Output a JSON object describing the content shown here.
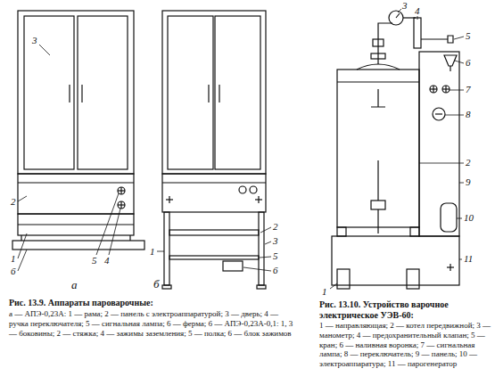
{
  "diagram": {
    "labels": [
      "3",
      "2",
      "5",
      "4",
      "1",
      "6",
      "а",
      "2",
      "3",
      "5",
      "6",
      "1",
      "б",
      "3",
      "4",
      "5",
      "6",
      "7",
      "8",
      "2",
      "9",
      "10",
      "11",
      "1",
      "Рис. 13.9. Аппараты пароварочные:",
      "а — АПЭ-0,23А: 1 — рама; 2 — панель с электроаппаратурой; 3 — дверь; 4 — ручка переключателя; 5 — сигнальная лампа; 6 — ферма; б — АПЭ-0,23А-0,1: 1, 3 — боковины; 2 — стяжка; 4 — зажимы заземления; 5 — полка; 6 — блок зажимов",
      "Рис. 13.10. Устройство варочное электрическое УЭВ-60:",
      "1 — направляющая; 2 — котел передвижной; 3 — манометр; 4 — предохранительный клапан; 5 — кран; 6 — наливная воронка; 7 — сигнальная лампа; 8 — переключатель; 9 — панель; 10 — электроаппаратура; 11 — парогенератор"
    ]
  }
}
